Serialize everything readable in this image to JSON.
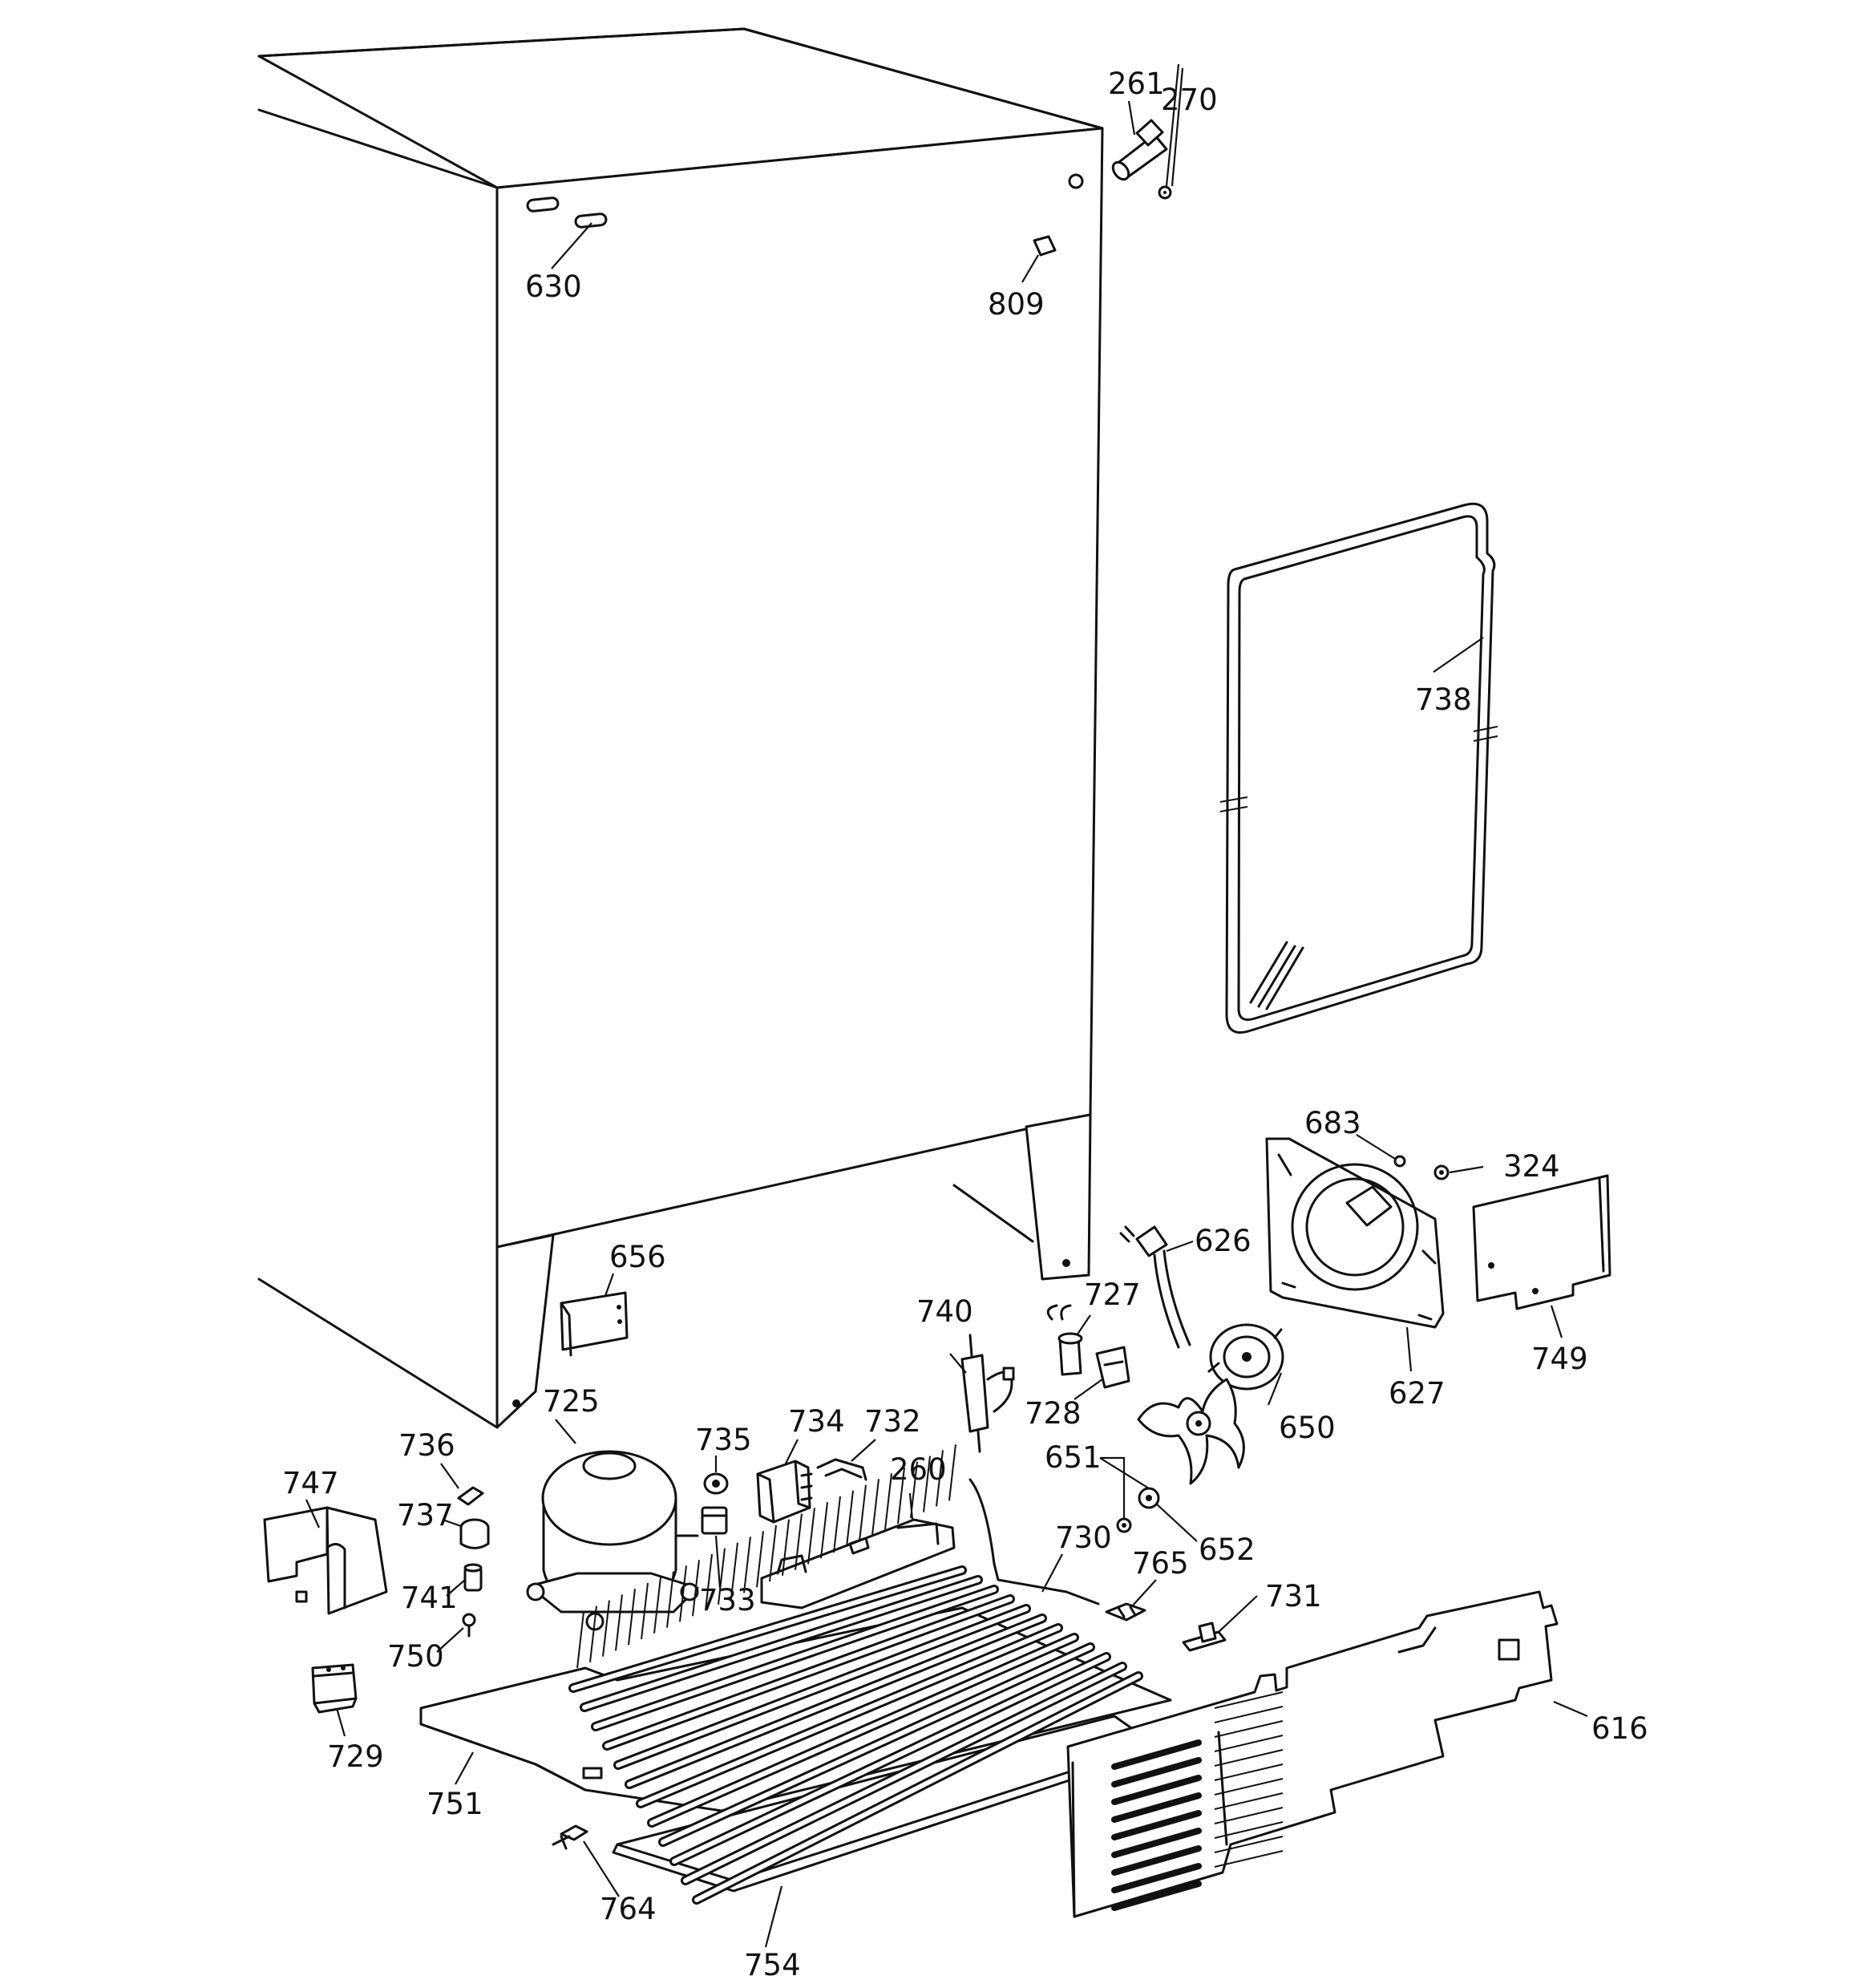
{
  "parts": [
    {
      "id": "p261",
      "label": "261"
    },
    {
      "id": "p270",
      "label": "270"
    },
    {
      "id": "p630",
      "label": "630"
    },
    {
      "id": "p809",
      "label": "809"
    },
    {
      "id": "p738",
      "label": "738"
    },
    {
      "id": "p683",
      "label": "683"
    },
    {
      "id": "p324",
      "label": "324"
    },
    {
      "id": "p626",
      "label": "626"
    },
    {
      "id": "p656",
      "label": "656"
    },
    {
      "id": "p727",
      "label": "727"
    },
    {
      "id": "p740",
      "label": "740"
    },
    {
      "id": "p749",
      "label": "749"
    },
    {
      "id": "p627",
      "label": "627"
    },
    {
      "id": "p725",
      "label": "725"
    },
    {
      "id": "p728",
      "label": "728"
    },
    {
      "id": "p650",
      "label": "650"
    },
    {
      "id": "p735",
      "label": "735"
    },
    {
      "id": "p734",
      "label": "734"
    },
    {
      "id": "p732",
      "label": "732"
    },
    {
      "id": "p736",
      "label": "736"
    },
    {
      "id": "p651",
      "label": "651"
    },
    {
      "id": "p747",
      "label": "747"
    },
    {
      "id": "p260",
      "label": "260"
    },
    {
      "id": "p737",
      "label": "737"
    },
    {
      "id": "p652",
      "label": "652"
    },
    {
      "id": "p730",
      "label": "730"
    },
    {
      "id": "p765",
      "label": "765"
    },
    {
      "id": "p741",
      "label": "741"
    },
    {
      "id": "p733",
      "label": "733"
    },
    {
      "id": "p731",
      "label": "731"
    },
    {
      "id": "p750",
      "label": "750"
    },
    {
      "id": "p616",
      "label": "616"
    },
    {
      "id": "p729",
      "label": "729"
    },
    {
      "id": "p751",
      "label": "751"
    },
    {
      "id": "p764",
      "label": "764"
    },
    {
      "id": "p754",
      "label": "754"
    }
  ]
}
